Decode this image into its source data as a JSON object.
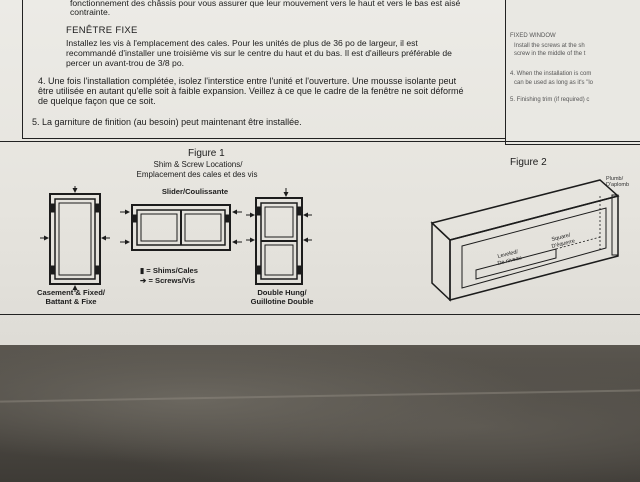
{
  "top_text": {
    "line1": "fonctionnement des châssis pour vous assurer que leur mouvement vers le haut et vers le bas est aisé",
    "line2": "contrainte."
  },
  "fixed_window": {
    "heading": "FENÊTRE FIXE",
    "line1": "Installez les vis à l'emplacement des cales. Pour les unités de plus de 36 po de largeur, il est",
    "line2": "recommandé d'installer une troisième vis sur le centre du haut et du bas. Il est d'ailleurs préférable de",
    "line3": "percer un avant-trou de 3/8 po."
  },
  "step4": {
    "line1": "4. Une fois l'installation complétée, isolez l'interstice entre l'unité et l'ouverture. Une mousse isolante peut",
    "line2": "être utilisée en autant qu'elle soit à faible expansion. Veillez à ce que le cadre de la fenêtre ne soit déformé",
    "line3": "de quelque façon que ce soit."
  },
  "step5": {
    "line1": "5. La garniture de finition (au besoin) peut maintenant être installée."
  },
  "figure1": {
    "title": "Figure 1",
    "subtitle_line1": "Shim & Screw Locations/",
    "subtitle_line2": "Emplacement des cales et des vis",
    "slider_label": "Slider/Coulissante",
    "casement_line1": "Casement & Fixed/",
    "casement_line2": "Battant & Fixe",
    "double_line1": "Double Hung/",
    "double_line2": "Guillotine Double",
    "legend_shims": "▮ = Shims/Cales",
    "legend_screws": "➔ = Screws/Vis"
  },
  "figure2": {
    "title": "Figure 2",
    "leveled_line1": "Leveled/",
    "leveled_line2": "De niveau",
    "square_line1": "Square/",
    "square_line2": "D'équerre",
    "plumb_line1": "Plumb/",
    "plumb_line2": "D'aplomb"
  },
  "right_column": {
    "line1": "FIXED WINDOW",
    "line2": "Install the screws at the sh",
    "line3": "screw in the middle of the t",
    "line4": "4. When the installation is com",
    "line5": "can be used as long as it's \"lo",
    "line6": "5. Finishing trim (if required) c"
  },
  "colors": {
    "paper": "#ecebe6",
    "ink": "#1c1c1c",
    "floor": "#4a4640"
  }
}
